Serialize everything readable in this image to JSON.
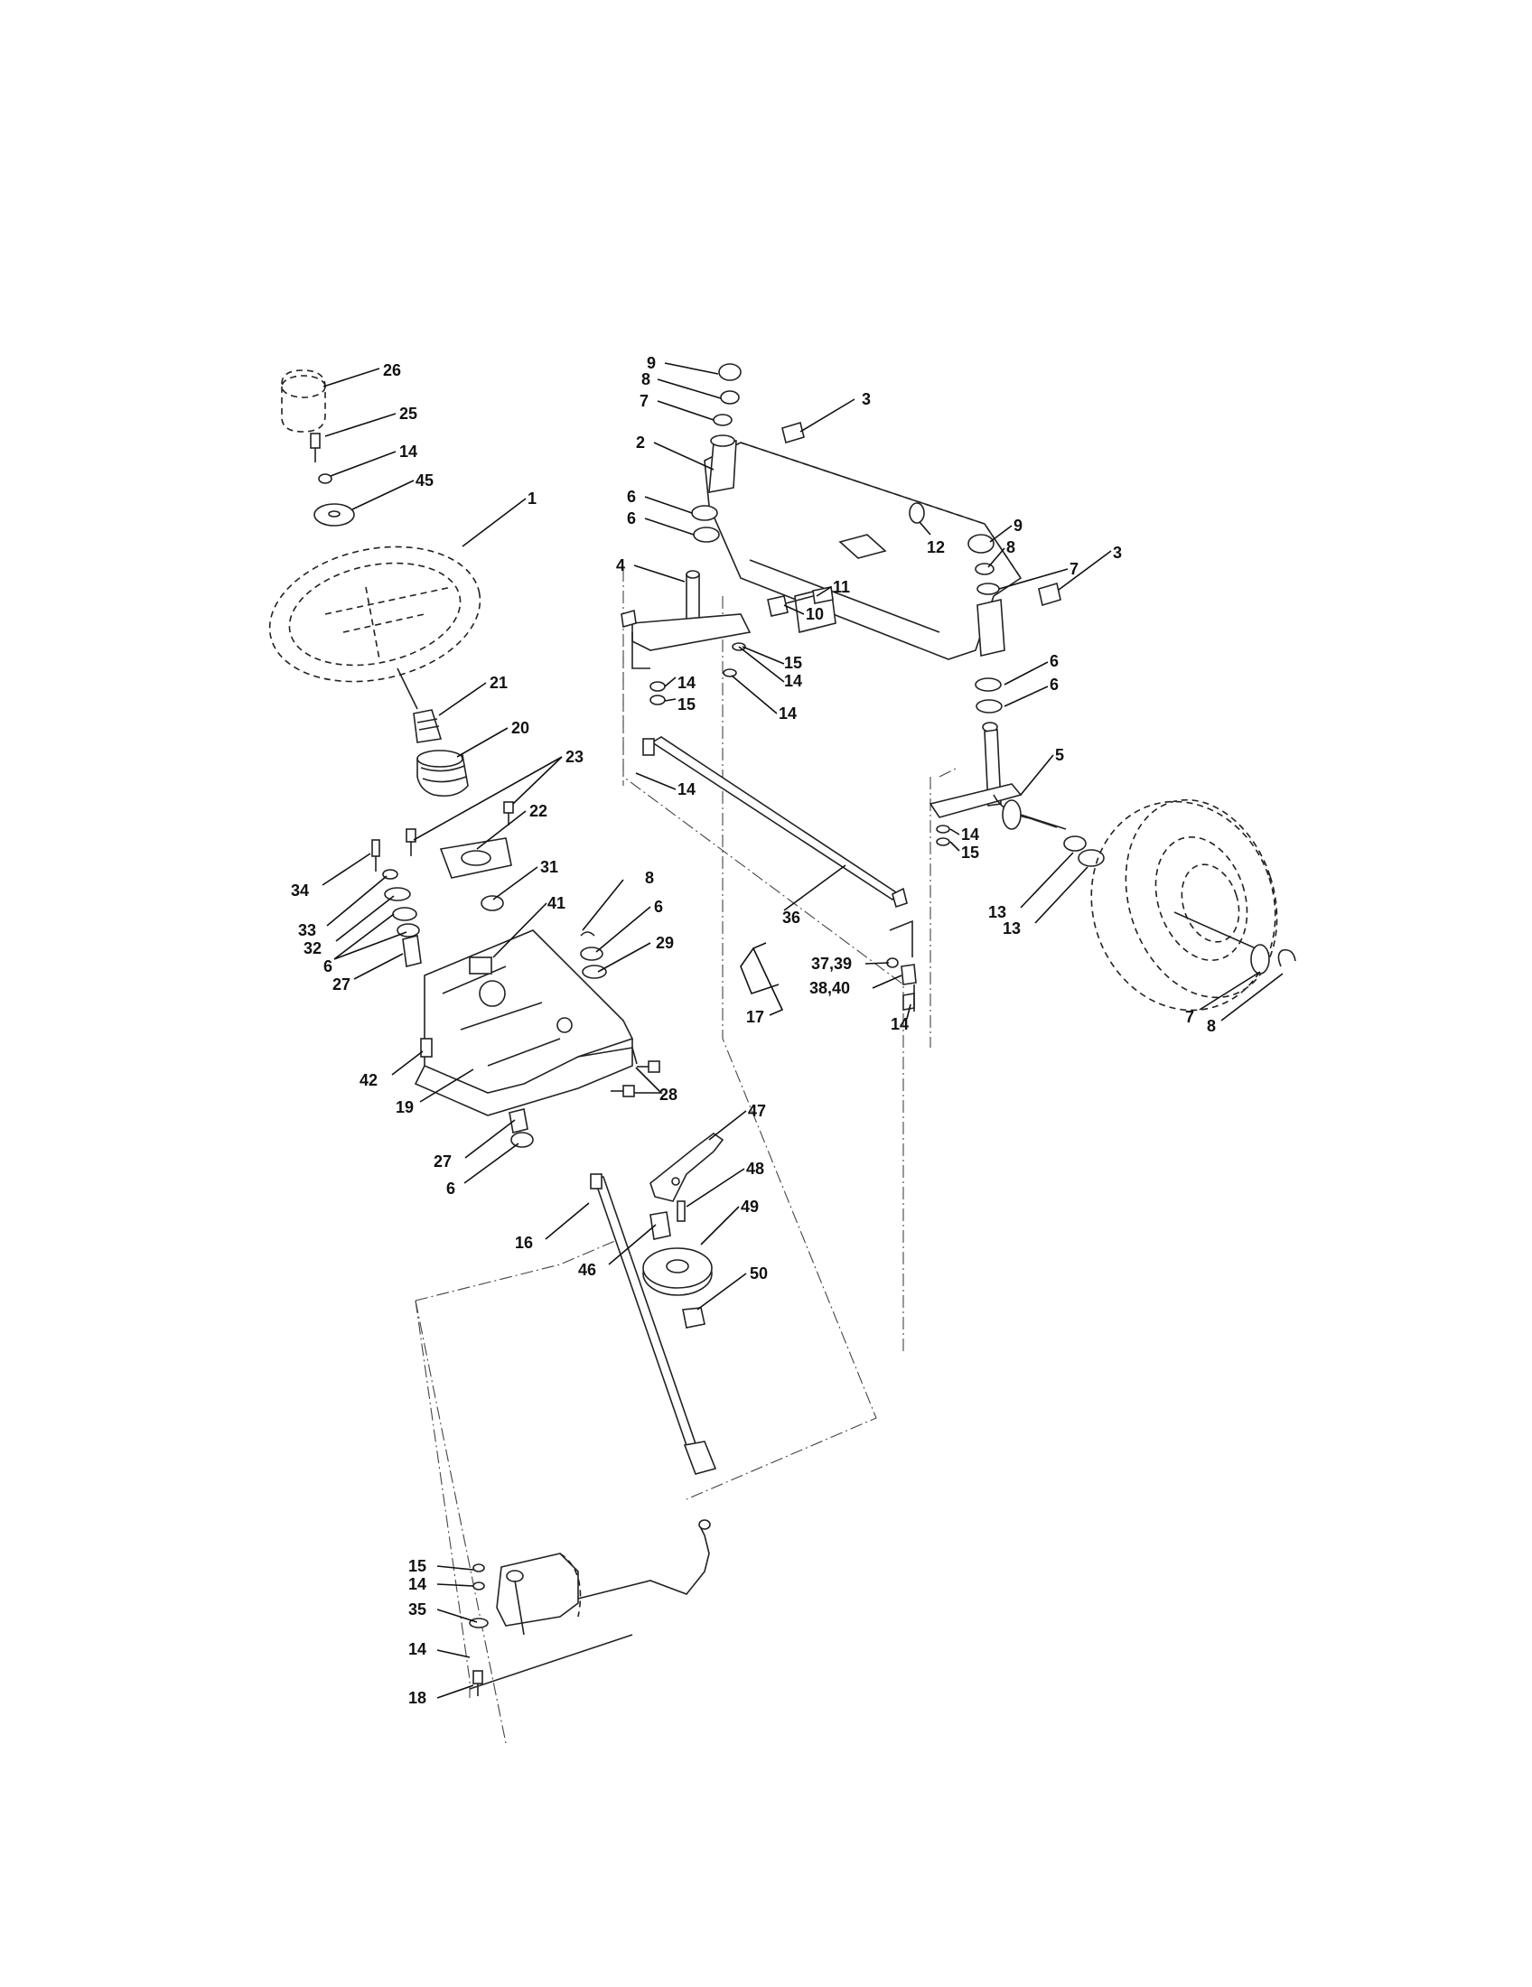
{
  "callouts": [
    "1",
    "2",
    "3",
    "4",
    "5",
    "6",
    "7",
    "8",
    "9",
    "10",
    "11",
    "12",
    "13",
    "14",
    "15",
    "16",
    "17",
    "18",
    "19",
    "20",
    "21",
    "22",
    "23",
    "25",
    "26",
    "27",
    "28",
    "29",
    "31",
    "32",
    "33",
    "34",
    "35",
    "36",
    "37,39",
    "38,40",
    "41",
    "42",
    "45",
    "46",
    "47",
    "48",
    "49",
    "50"
  ],
  "labels": {
    "c26": "26",
    "c25": "25",
    "c14a": "14",
    "c45": "45",
    "c1": "1",
    "c21": "21",
    "c20": "20",
    "c23": "23",
    "c22": "22",
    "c34": "34",
    "c31": "31",
    "c41": "41",
    "c33": "33",
    "c32": "32",
    "c6a": "6",
    "c27a": "27",
    "c8a": "8",
    "c6b": "6",
    "c29": "29",
    "c42": "42",
    "c19": "19",
    "c28": "28",
    "c27b": "27",
    "c6c": "6",
    "c16": "16",
    "c47": "47",
    "c48": "48",
    "c49": "49",
    "c46": "46",
    "c50": "50",
    "c9a": "9",
    "c8b": "8",
    "c7a": "7",
    "c3a": "3",
    "c2": "2",
    "c6d": "6",
    "c6e": "6",
    "c4": "4",
    "c12": "12",
    "c11": "11",
    "c10": "10",
    "c15a": "15",
    "c14b": "14",
    "c14c": "14",
    "c15b": "15",
    "c14d": "14",
    "c14e": "14",
    "c9b": "9",
    "c8c": "8",
    "c7b": "7",
    "c3b": "3",
    "c6f": "6",
    "c6g": "6",
    "c5": "5",
    "c14f": "14",
    "c15c": "15",
    "c13a": "13",
    "c13b": "13",
    "c36": "36",
    "c3739": "37,39",
    "c3840": "38,40",
    "c17": "17",
    "c14g": "14",
    "c7c": "7",
    "c8d": "8",
    "c15d": "15",
    "c14h": "14",
    "c35": "35",
    "c14i": "14",
    "c18": "18"
  }
}
